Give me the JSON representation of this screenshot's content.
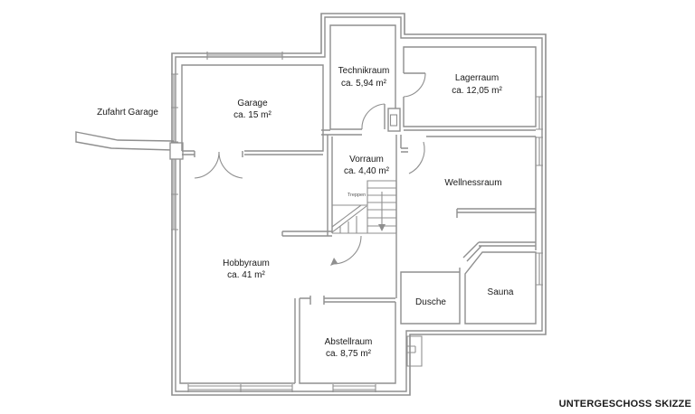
{
  "title": "UNTERGESCHOSS SKIZZE",
  "outside": {
    "driveway_label": "Zufahrt Garage"
  },
  "stairs": {
    "label": "Treppen"
  },
  "rooms": {
    "garage": {
      "name": "Garage",
      "area": "ca. 15 m²"
    },
    "technikraum": {
      "name": "Technikraum",
      "area": "ca. 5,94 m²"
    },
    "lagerraum": {
      "name": "Lagerraum",
      "area": "ca. 12,05 m²"
    },
    "vorraum": {
      "name": "Vorraum",
      "area": "ca. 4,40 m²"
    },
    "wellnessraum": {
      "name": "Wellnessraum"
    },
    "hobbyraum": {
      "name": "Hobbyraum",
      "area": "ca. 41 m²"
    },
    "abstellraum": {
      "name": "Abstellraum",
      "area": "ca. 8,75 m²"
    },
    "dusche": {
      "name": "Dusche"
    },
    "sauna": {
      "name": "Sauna"
    }
  },
  "colors": {
    "wall_line": "#8f8f8f",
    "text": "#1a1a1a",
    "background": "#ffffff"
  }
}
